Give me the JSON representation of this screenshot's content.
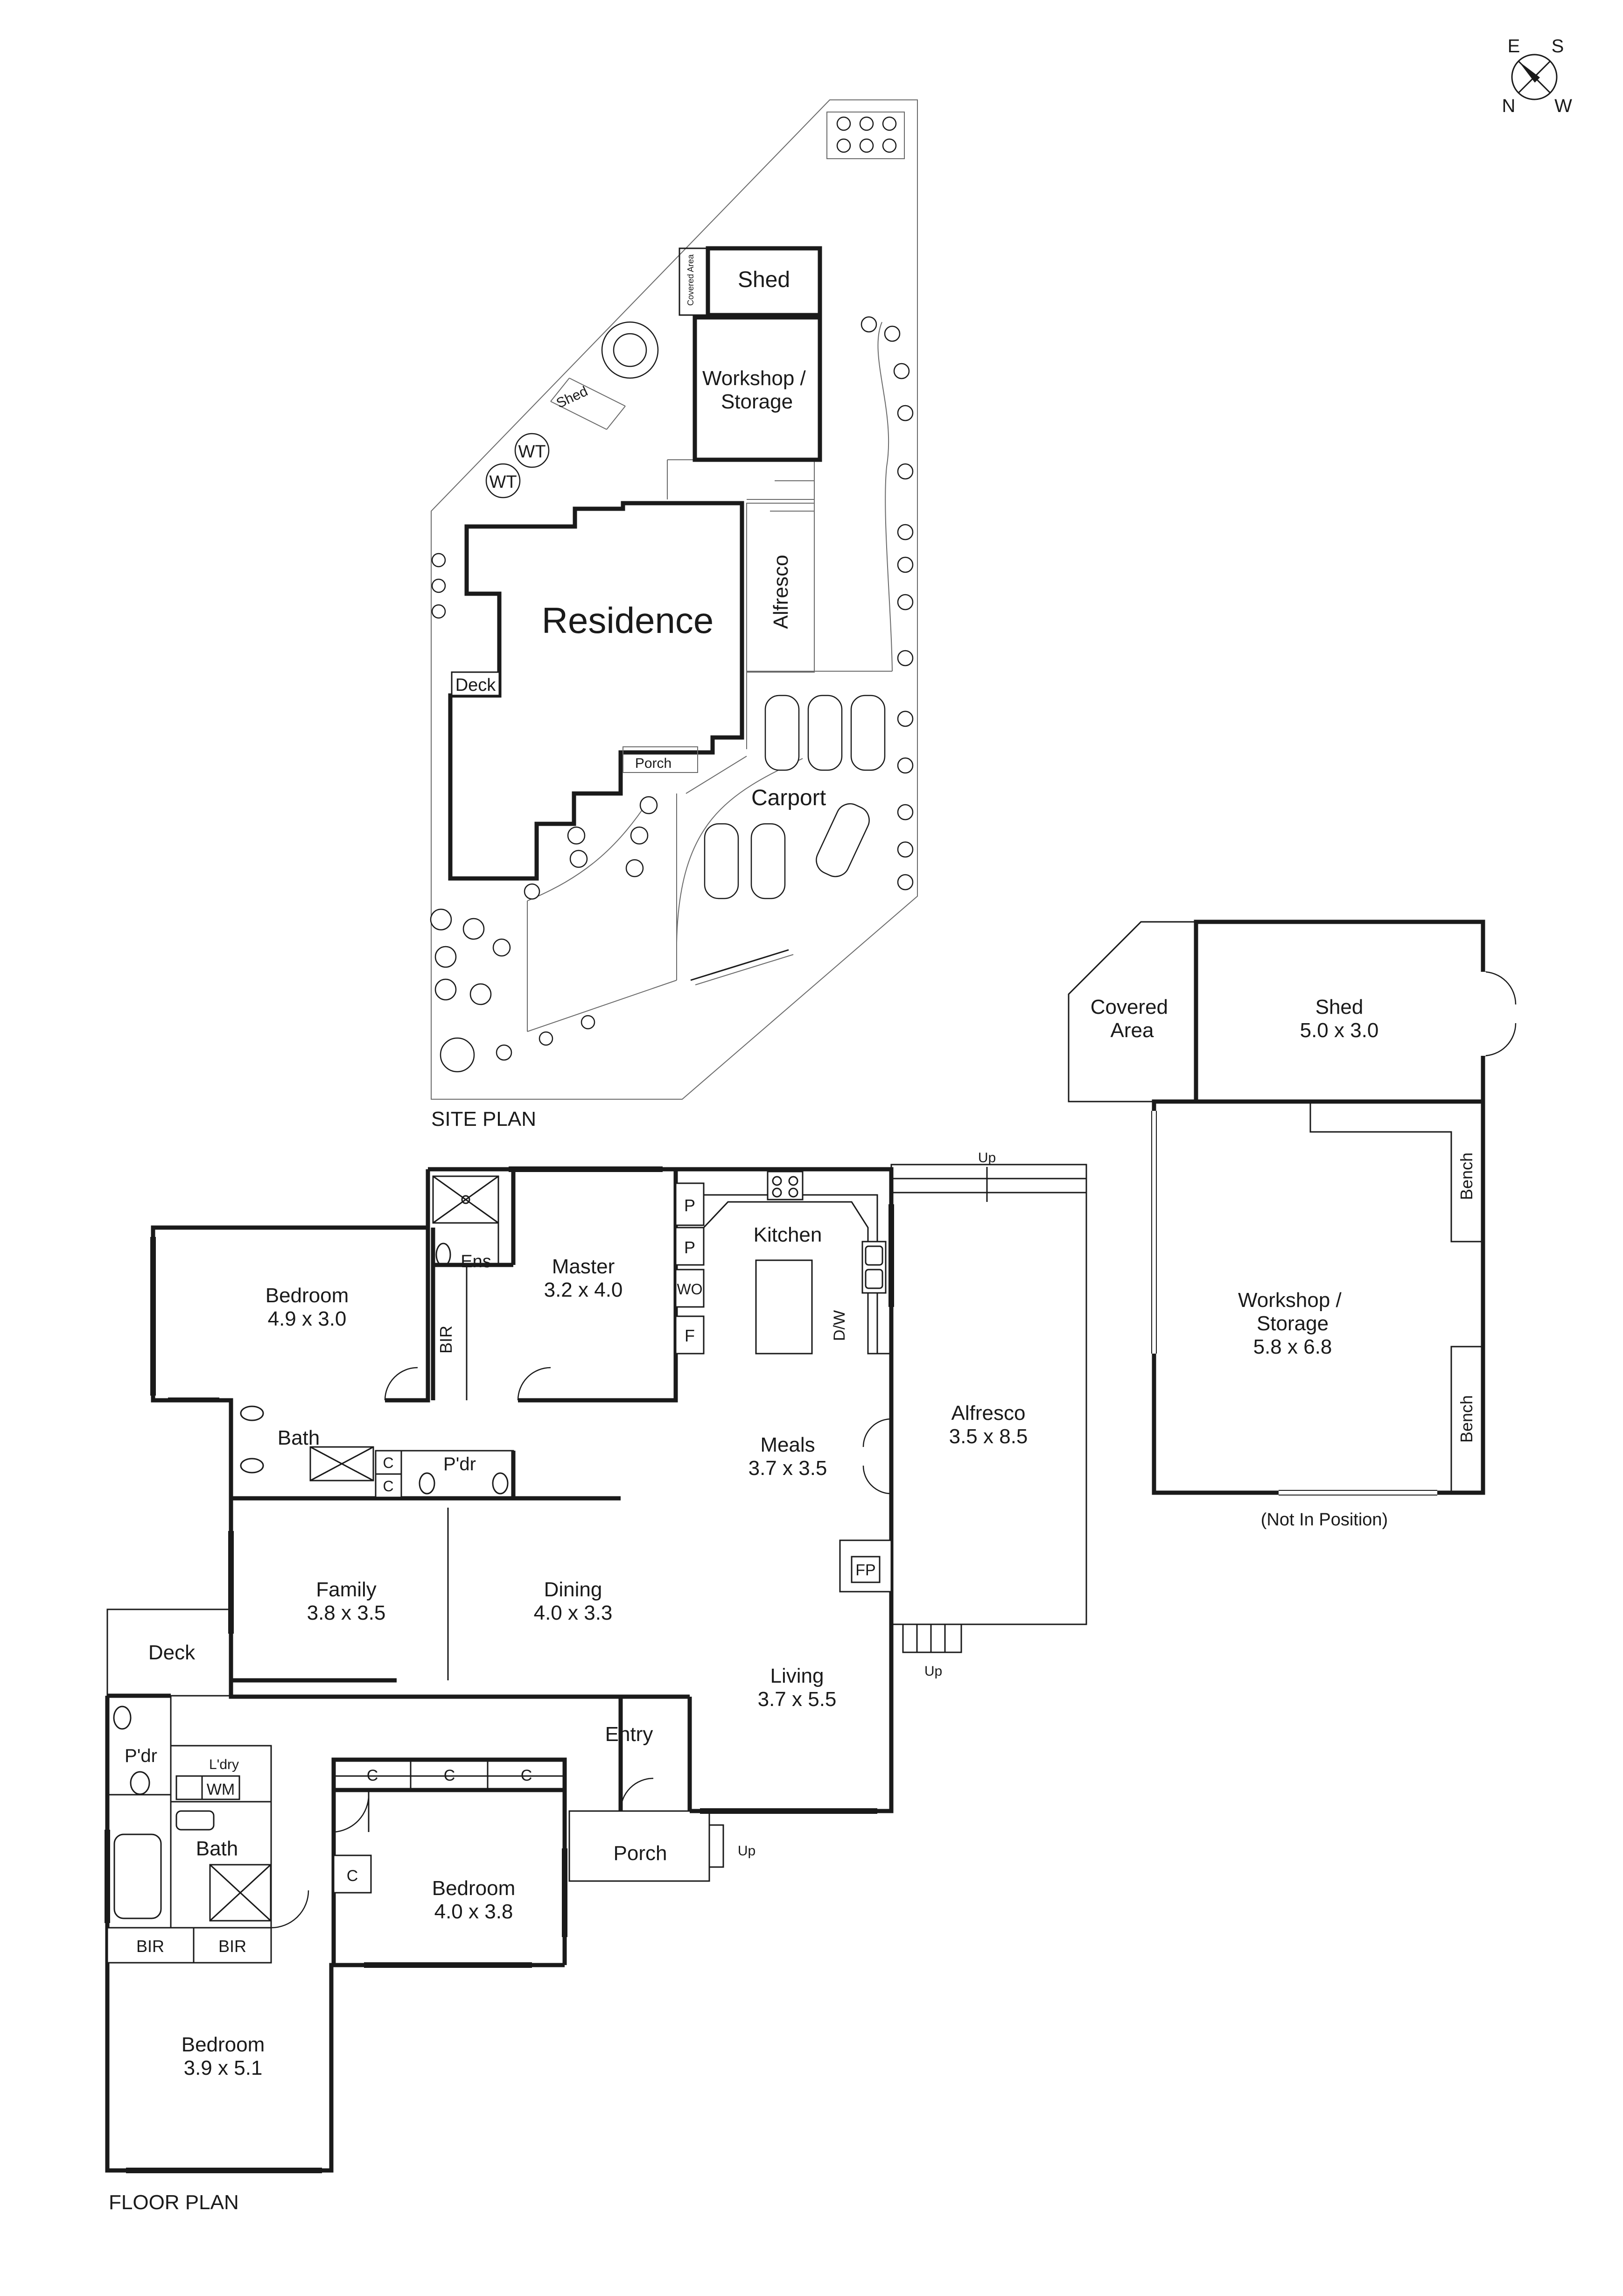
{
  "compass": {
    "e": "E",
    "s": "S",
    "n": "N",
    "w": "W"
  },
  "site_plan": {
    "caption": "SITE PLAN",
    "residence": "Residence",
    "shed": "Shed",
    "small_shed": "Shed",
    "covered_area": "Covered Area",
    "workshop": "Workshop / Storage",
    "alfresco": "Alfresco",
    "deck": "Deck",
    "porch": "Porch",
    "carport": "Carport",
    "water_tank": "WT"
  },
  "floor_plan": {
    "caption": "FLOOR PLAN",
    "rooms": {
      "bedroom_nw": {
        "name": "Bedroom",
        "dims": "4.9 x 3.0"
      },
      "master": {
        "name": "Master",
        "dims": "3.2 x 4.0"
      },
      "kitchen": {
        "name": "Kitchen"
      },
      "meals": {
        "name": "Meals",
        "dims": "3.7 x 3.5"
      },
      "alfresco": {
        "name": "Alfresco",
        "dims": "3.5 x 8.5"
      },
      "family": {
        "name": "Family",
        "dims": "3.8 x 3.5"
      },
      "dining": {
        "name": "Dining",
        "dims": "4.0 x 3.3"
      },
      "living": {
        "name": "Living",
        "dims": "3.7 x 5.5"
      },
      "bedroom_mid": {
        "name": "Bedroom",
        "dims": "4.0 x 3.8"
      },
      "bedroom_sw": {
        "name": "Bedroom",
        "dims": "3.9 x 5.1"
      },
      "bath_upper": {
        "name": "Bath"
      },
      "bath_lower": {
        "name": "Bath"
      },
      "ens": {
        "name": "Ens"
      },
      "pdr_upper": {
        "name": "P'dr"
      },
      "pdr_lower": {
        "name": "P'dr"
      },
      "laundry": {
        "name": "L'dry"
      },
      "entry": {
        "name": "Entry"
      },
      "porch": {
        "name": "Porch"
      },
      "deck": {
        "name": "Deck"
      }
    },
    "fixtures": {
      "bir": "BIR",
      "cupboard": "C",
      "pantry": "P",
      "wall_oven": "WO",
      "fridge": "F",
      "dishwasher": "D/W",
      "fireplace": "FP",
      "washing_machine": "WM",
      "up": "Up"
    },
    "outbuilding": {
      "covered_area": "Covered Area",
      "shed_name": "Shed",
      "shed_dims": "5.0 x 3.0",
      "workshop_name": "Workshop / Storage",
      "workshop_dims": "5.8 x 6.8",
      "bench": "Bench",
      "note": "(Not In Position)"
    }
  }
}
